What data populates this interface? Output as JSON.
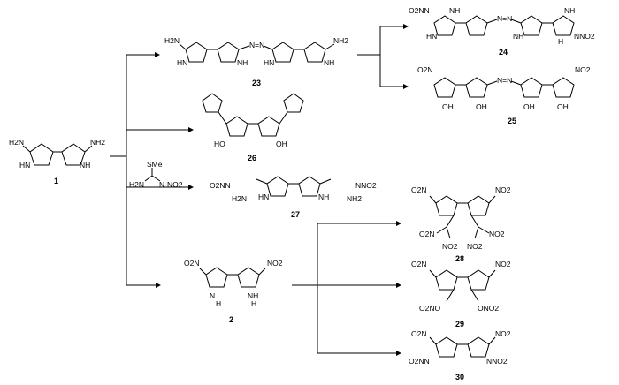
{
  "labels": {
    "amine": "NH2",
    "h2n": "H2N",
    "nh": "NH",
    "hn": "HN",
    "n": "N",
    "h": "H",
    "no2": "NO2",
    "o2n": "O2N",
    "nno2": "NNO2",
    "o2nn": "O2NN",
    "oh": "OH",
    "ho": "HO",
    "azo": "N=N",
    "sme": "SMe",
    "reagent_n_no2": "N-NO2",
    "onO2": "ONO2",
    "o2no": "O2NO"
  },
  "compounds": {
    "c1": "1",
    "c2": "2",
    "c23": "23",
    "c24": "24",
    "c25": "25",
    "c26": "26",
    "c27": "27",
    "c28": "28",
    "c29": "29",
    "c30": "30"
  }
}
